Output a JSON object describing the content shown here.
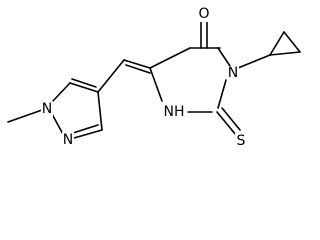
{
  "diagram": {
    "type": "chemical-structure",
    "atom_labels": {
      "carbonyl_oxygen": "O",
      "imidazolidine_n3": "N",
      "imidazolidine_nh": "NH",
      "thione_sulfur": "S",
      "pyrazole_n1": "N",
      "pyrazole_n2": "N"
    }
  }
}
